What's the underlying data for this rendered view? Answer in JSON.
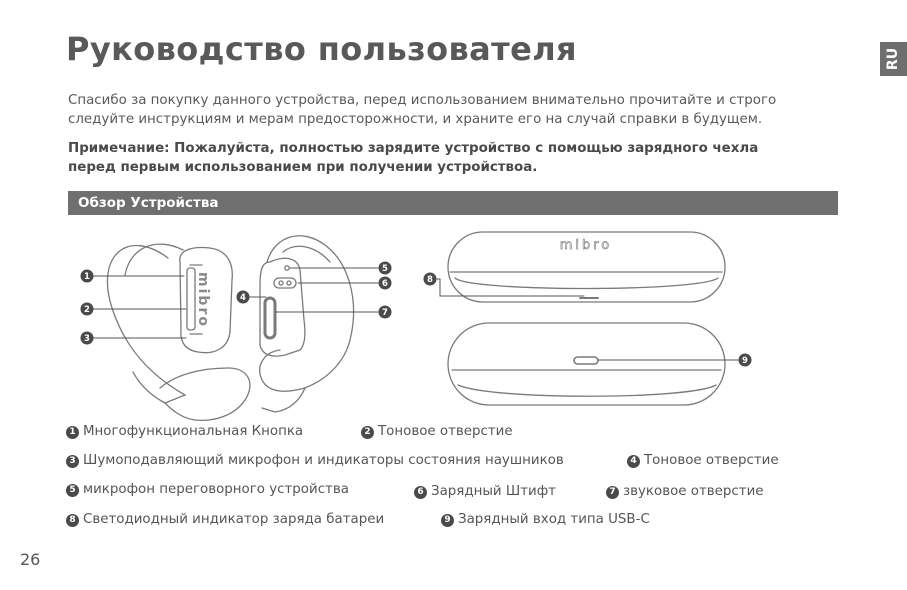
{
  "page": {
    "title": "Руководство пользователя",
    "lang": "RU",
    "intro_line1": "Спасибо за покупку данного устройства, перед использованием внимательно прочитайте и строго",
    "intro_line2": "следуйте инструкциям и мерам предосторожности, и храните его на случай справки в будущем.",
    "note_line1": "Примечание: Пожалуйста, полностью зарядите устройство с помощью зарядного чехла",
    "note_line2": "перед первым использованием при получении устройствоа.",
    "section_title": "Обзор Устройства",
    "page_number": "26"
  },
  "illustration": {
    "earbud_brand": "mibro",
    "case_brand": "mibro",
    "callouts": [
      "1",
      "2",
      "3",
      "4",
      "5",
      "6",
      "7",
      "8",
      "9"
    ]
  },
  "legend": [
    {
      "num": "1",
      "text": "Многофункциональная Кнопка"
    },
    {
      "num": "2",
      "text": "Тоновое отверстие"
    },
    {
      "num": "3",
      "text": "Шумоподавляющий микрофон и индикаторы состояния наушников"
    },
    {
      "num": "4",
      "text": "Тоновое отверстие"
    },
    {
      "num": "5",
      "text": "микрофон переговорного устройства"
    },
    {
      "num": "6",
      "text": "Зарядный Штифт"
    },
    {
      "num": "7",
      "text": "звуковое отверстие"
    },
    {
      "num": "8",
      "text": "Светодиодный индикатор заряда батареи"
    },
    {
      "num": "9",
      "text": "Зарядный вход типа USB-C"
    }
  ],
  "colors": {
    "bar": "#6f6f6f",
    "text": "#555555",
    "callout": "#4a4a4a",
    "line_art": "#7a7a7a"
  }
}
